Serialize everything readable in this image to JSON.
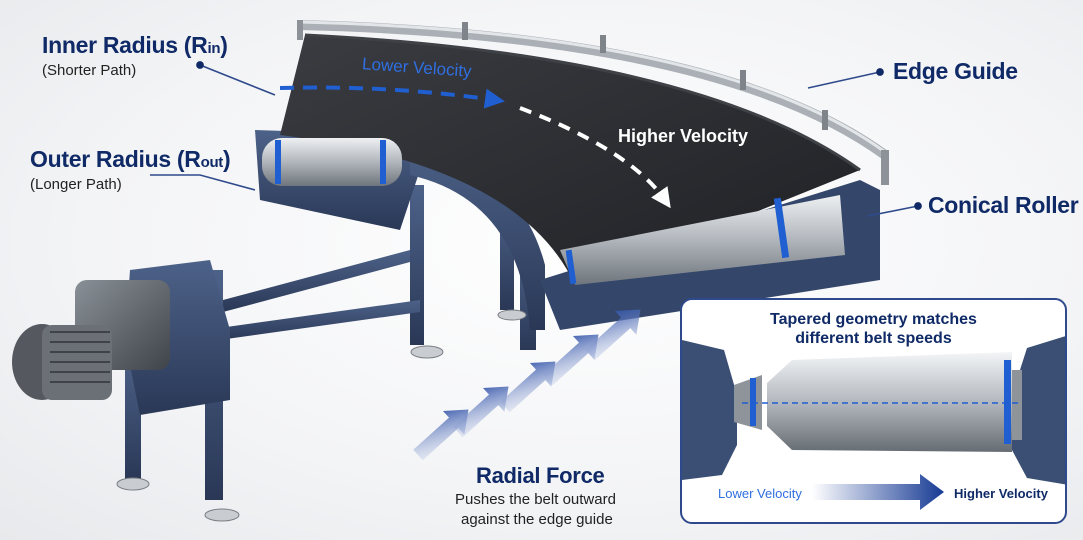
{
  "labels": {
    "inner_radius": {
      "title": "Inner Radius (R",
      "sub": "in",
      "close": ")",
      "note": "(Shorter Path)"
    },
    "outer_radius": {
      "title": "Outer Radius (R",
      "sub": "out",
      "close": ")",
      "note": "(Longer Path)"
    },
    "edge_guide": "Edge Guide",
    "conical_roller": "Conical Roller",
    "lower_velocity": "Lower Velocity",
    "higher_velocity": "Higher Velocity",
    "radial_force": {
      "title": "Radial Force",
      "line1": "Pushes the belt outward",
      "line2": "against the edge guide"
    }
  },
  "inset": {
    "title_line1": "Tapered geometry matches",
    "title_line2": "different belt speeds",
    "lower_velocity": "Lower Velocity",
    "higher_velocity": "Higher Velocity"
  },
  "colors": {
    "navy": "#0f2a66",
    "accent_blue": "#1f5fd1",
    "belt": "#2b2d31",
    "frame": "#3a4f73",
    "steel": "#b9bec4"
  }
}
